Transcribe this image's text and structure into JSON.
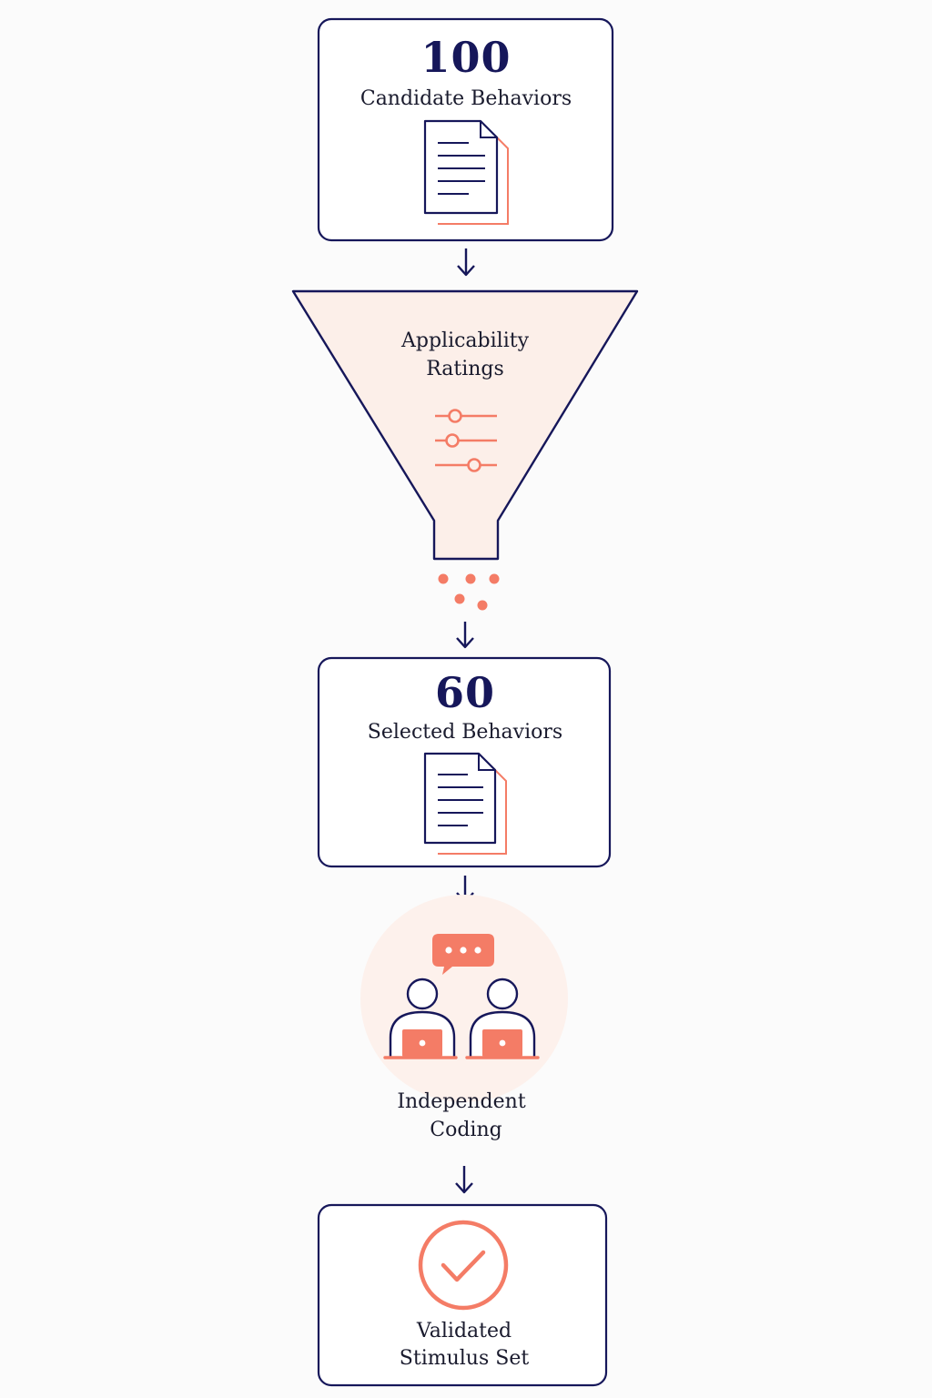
{
  "steps": {
    "candidates": {
      "count": "100",
      "label": "Candidate Behaviors"
    },
    "ratings": {
      "line1": "Applicability",
      "line2": "Ratings"
    },
    "selected": {
      "count": "60",
      "label": "Selected Behaviors"
    },
    "coding": {
      "line1": "Independent",
      "line2": "Coding"
    },
    "validated": {
      "line1": "Validated",
      "line2": "Stimulus Set"
    }
  },
  "icons": {
    "candidates": "document-stack-icon",
    "ratings": "sliders-icon",
    "selected": "document-stack-icon",
    "coding": "two-coders-with-laptops-icon",
    "validated": "check-circle-icon"
  },
  "colors": {
    "navy": "#16175a",
    "coral": "#f47c66",
    "funnel_fill": "#fcefe9",
    "circle_fill": "#fdf1ec",
    "background": "#fbfbfb"
  }
}
